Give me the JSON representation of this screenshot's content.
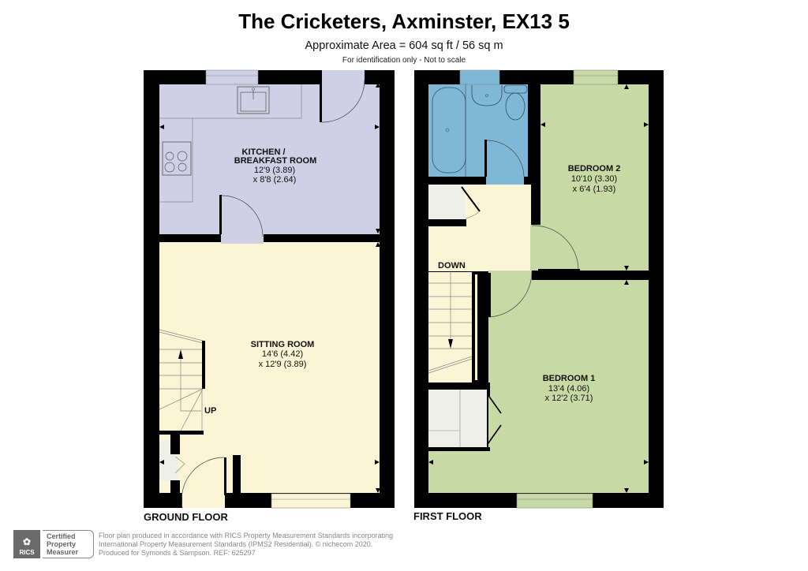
{
  "header": {
    "title": "The Cricketers, Axminster, EX13 5",
    "area": "Approximate Area = 604 sq ft / 56 sq m",
    "note": "For identification only - Not to scale"
  },
  "floors": {
    "ground": {
      "label": "GROUND FLOOR",
      "stairs_label": "UP",
      "rooms": [
        {
          "name": "KITCHEN /",
          "name2": "BREAKFAST ROOM",
          "dim1": "12'9 (3.89)",
          "dim2": "x 8'8 (2.64)"
        },
        {
          "name": "SITTING ROOM",
          "dim1": "14'6 (4.42)",
          "dim2": "x 12'9 (3.89)"
        }
      ]
    },
    "first": {
      "label": "FIRST FLOOR",
      "stairs_label": "DOWN",
      "rooms": [
        {
          "name": "BEDROOM 2",
          "dim1": "10'10 (3.30)",
          "dim2": "x 6'4 (1.93)"
        },
        {
          "name": "BEDROOM 1",
          "dim1": "13'4 (4.06)",
          "dim2": "x 12'2 (3.71)"
        }
      ]
    }
  },
  "colors": {
    "kitchen": "#cfd0e6",
    "sitting": "#fbf5d6",
    "bathroom": "#7fb8d6",
    "landing": "#fbf5d6",
    "bedroom": "#c7d9a4",
    "cupboard": "#efefe9",
    "wall": "#000000"
  },
  "footer": {
    "badge_logo": "RICS",
    "badge_line1": "Certified",
    "badge_line2": "Property",
    "badge_line3": "Measurer",
    "line1": "Floor plan produced in accordance with RICS Property Measurement Standards incorporating",
    "line2": "International Property Measurement Standards (IPMS2 Residential).  © nichecom 2020.",
    "line3": "Produced for Symonds & Sampson.   REF:  625297"
  }
}
